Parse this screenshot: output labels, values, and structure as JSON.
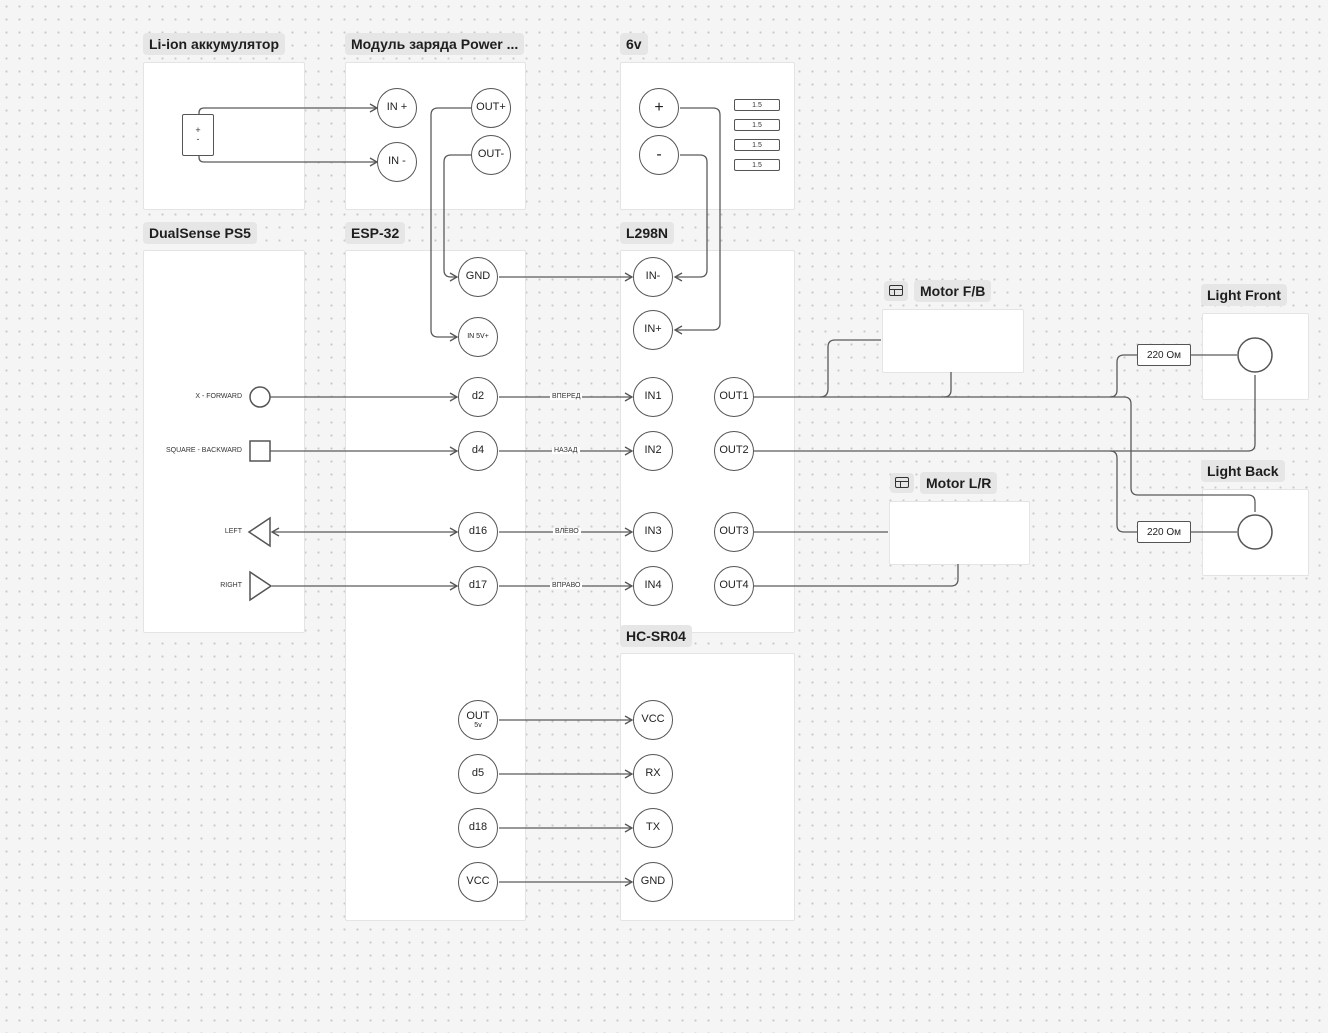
{
  "groups": {
    "battery": "Li-ion аккумулятор",
    "charger": "Модуль заряда Power ...",
    "pack": "6v",
    "dualsense": "DualSense PS5",
    "esp": "ESP-32",
    "l298n": "L298N",
    "motor_fb": "Motor F/B",
    "motor_lr": "Motor L/R",
    "light_front": "Light Front",
    "light_back": "Light Back",
    "hcsr04": "HC-SR04"
  },
  "battery": {
    "plus": "+",
    "minus": "-"
  },
  "charger": {
    "in_plus": "IN +",
    "in_minus": "IN -",
    "out_plus": "OUT+",
    "out_minus": "OUT-"
  },
  "pack": {
    "plus": "+",
    "minus": "-",
    "cells": [
      "1.5",
      "1.5",
      "1.5",
      "1.5"
    ]
  },
  "dualsense": {
    "buttons": [
      "X - FORWARD",
      "SQUARE - BACKWARD",
      "LEFT",
      "RIGHT"
    ]
  },
  "esp": {
    "gnd": "GND",
    "in5v": "IN 5V+",
    "d2": "d2",
    "d4": "d4",
    "d16": "d16",
    "d17": "d17",
    "out": "OUT",
    "out_sub": "5v",
    "d5": "d5",
    "d18": "d18",
    "vcc": "VCC"
  },
  "l298n": {
    "in_minus": "IN-",
    "in_plus": "IN+",
    "in1": "IN1",
    "in2": "IN2",
    "in3": "IN3",
    "in4": "IN4",
    "out1": "OUT1",
    "out2": "OUT2",
    "out3": "OUT3",
    "out4": "OUT4"
  },
  "hcsr04": {
    "vcc": "VCC",
    "rx": "RX",
    "tx": "TX",
    "gnd": "GND"
  },
  "wire_labels": {
    "forward": "ВПЕРЕД",
    "backward": "НАЗАД",
    "left": "ВЛЕВО",
    "right": "ВПРАВО"
  },
  "resistors": {
    "front": "220 Ом",
    "back": "220 Ом"
  }
}
